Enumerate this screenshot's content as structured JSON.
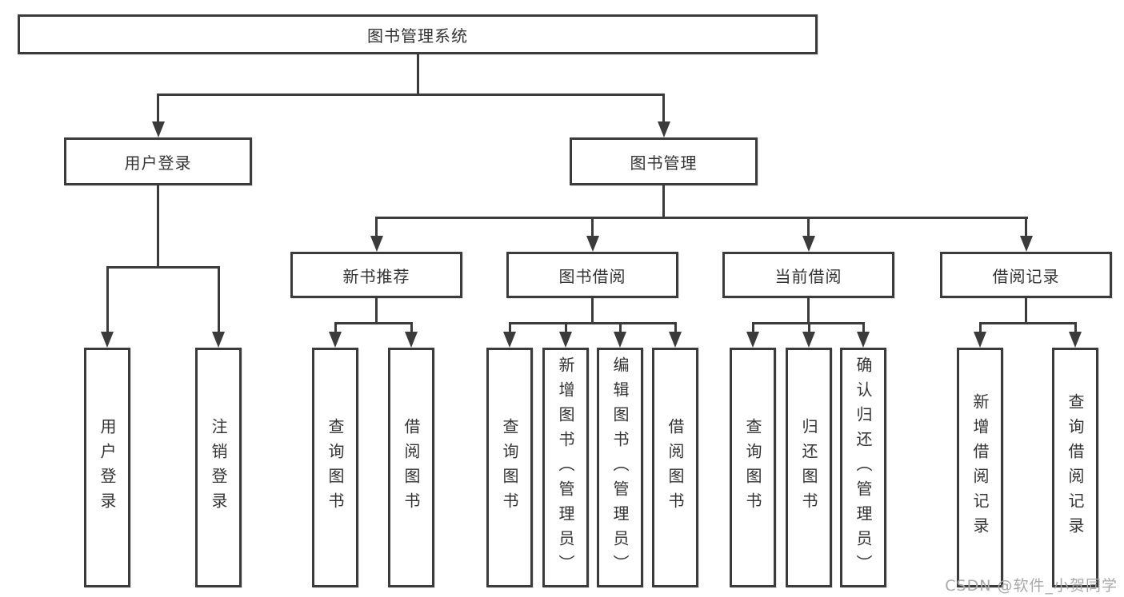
{
  "diagram": {
    "root": {
      "label": "图书管理系统"
    },
    "level2": [
      {
        "label": "用户登录",
        "leaves": [
          {
            "label": "用户登录"
          },
          {
            "label": "注销登录"
          }
        ]
      },
      {
        "label": "图书管理",
        "children": [
          {
            "label": "新书推荐",
            "leaves": [
              {
                "label": "查询图书"
              },
              {
                "label": "借阅图书"
              }
            ]
          },
          {
            "label": "图书借阅",
            "leaves": [
              {
                "label": "查询图书"
              },
              {
                "label": "新增图书（管理员）"
              },
              {
                "label": "编辑图书（管理员）"
              },
              {
                "label": "借阅图书"
              }
            ]
          },
          {
            "label": "当前借阅",
            "leaves": [
              {
                "label": "查询图书"
              },
              {
                "label": "归还图书"
              },
              {
                "label": "确认归还（管理员）"
              }
            ]
          },
          {
            "label": "借阅记录",
            "leaves": [
              {
                "label": "新增借阅记录"
              },
              {
                "label": "查询借阅记录"
              }
            ]
          }
        ]
      }
    ]
  },
  "watermark": {
    "text": "CSDN @软件_小贺同学"
  },
  "colors": {
    "line": "#3b3b3b",
    "box_border": "#3b3b3b",
    "text": "#333333",
    "background": "#ffffff",
    "watermark_text": "#a9a9a9"
  }
}
